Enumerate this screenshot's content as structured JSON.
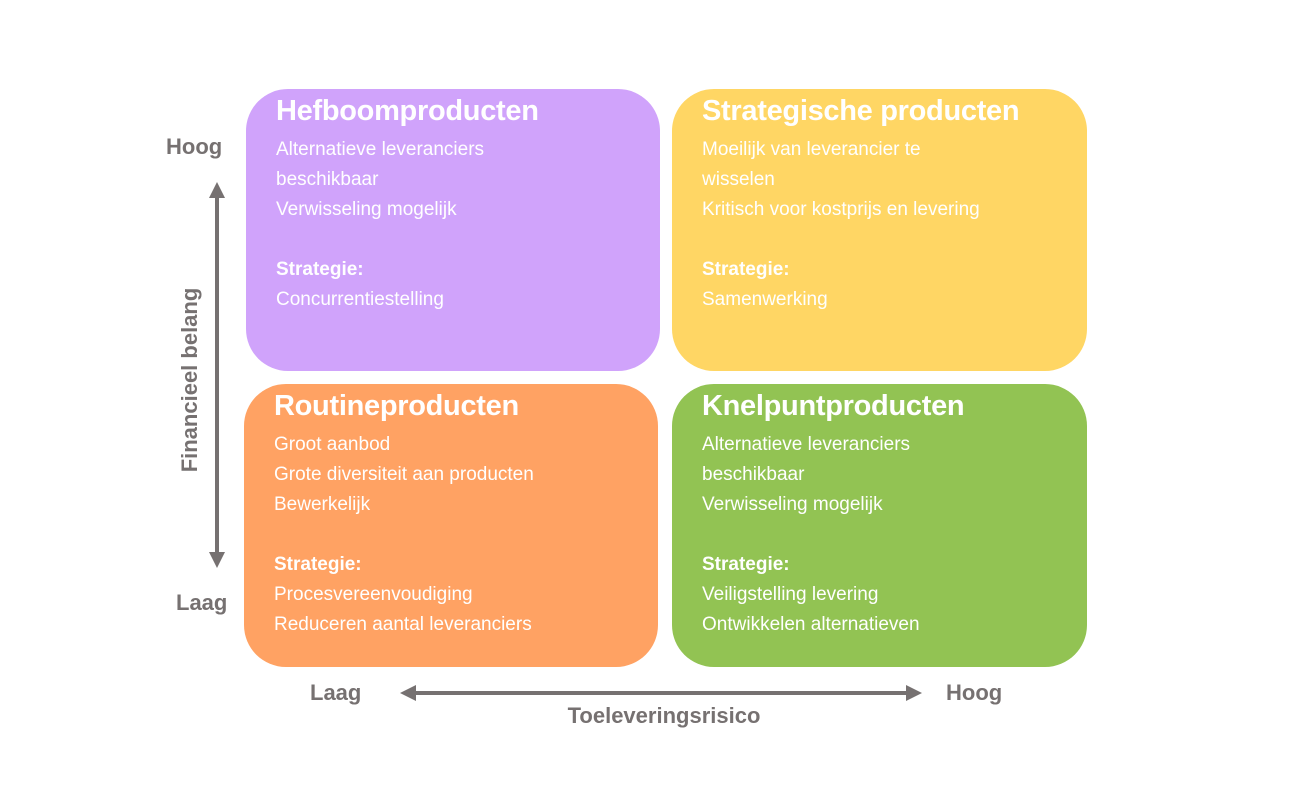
{
  "quadrants": [
    {
      "title": "Hefboomproducten",
      "lines": [
        "Alternatieve leveranciers",
        "beschikbaar",
        "Verwisseling mogelijk"
      ],
      "strategy_label": "Strategie:",
      "strategy": [
        "Concurrentiestelling"
      ],
      "color": "#D0A3FB"
    },
    {
      "title": "Strategische producten",
      "lines": [
        "Moeilijk van leverancier te",
        "wisselen",
        "Kritisch voor kostprijs en levering"
      ],
      "strategy_label": "Strategie:",
      "strategy": [
        "Samenwerking"
      ],
      "color": "#FFD664"
    },
    {
      "title": "Routineproducten",
      "lines": [
        "Groot aanbod",
        "Grote diversiteit aan producten",
        "Bewerkelijk"
      ],
      "strategy_label": "Strategie:",
      "strategy": [
        "Procesvereenvoudiging",
        "Reduceren aantal leveranciers"
      ],
      "color": "#FFA263"
    },
    {
      "title": "Knelpuntproducten",
      "lines": [
        "Alternatieve leveranciers",
        "beschikbaar",
        "Verwisseling mogelijk"
      ],
      "strategy_label": "Strategie:",
      "strategy": [
        "Veiligstelling levering",
        "Ontwikkelen alternatieven"
      ],
      "color": "#92C353"
    }
  ],
  "y_axis": {
    "label": "Financieel belang",
    "high": "Hoog",
    "low": "Laag"
  },
  "x_axis": {
    "label": "Toeleveringsrisico",
    "high": "Hoog",
    "low": "Laag"
  },
  "axis_color": "#767171"
}
